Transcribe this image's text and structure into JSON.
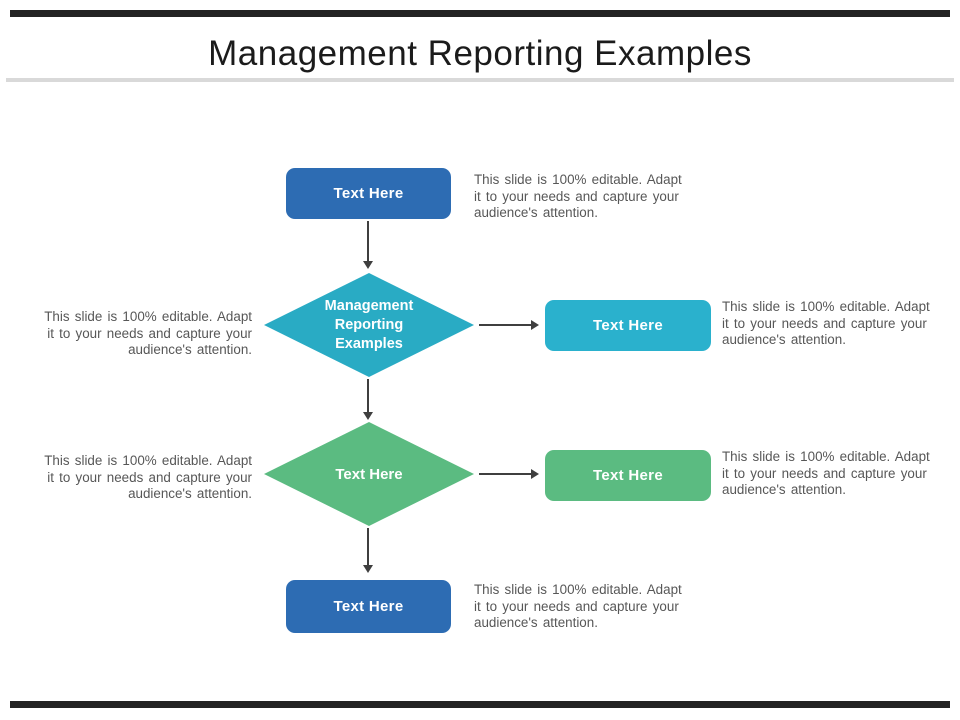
{
  "slide": {
    "title": "Management Reporting Examples"
  },
  "colors": {
    "accent_blue": "#2d6cb3",
    "accent_teal": "#2ab1cd",
    "accent_green": "#5bbb81",
    "caption_gray": "#575757",
    "arrow_gray": "#3f3f3f",
    "divider_gray": "#d9d9d9",
    "frame_bar_dark": "#232323"
  },
  "flowchart": {
    "top_box": {
      "label": "Text Here"
    },
    "center_diamond": {
      "label": "Management\nReporting\nExamples"
    },
    "teal_box": {
      "label": "Text Here"
    },
    "green_diamond": {
      "label": "Text Here"
    },
    "green_box": {
      "label": "Text Here"
    },
    "bottom_box": {
      "label": "Text Here"
    }
  },
  "captions": {
    "top_right": "This slide is 100% editable. Adapt\nit to your needs and capture your\naudience's attention.",
    "middle_left": "This slide is 100% editable. Adapt\nit to your needs and capture your\naudience's attention.",
    "middle_right": "This slide is 100% editable. Adapt\nit to your needs and capture your\naudience's attention.",
    "lower_left": "This slide is 100% editable. Adapt\nit to your needs and capture your\naudience's attention.",
    "lower_right": "This slide is 100% editable. Adapt\nit to your needs and capture your\naudience's attention.",
    "bottom_right": "This slide is 100% editable. Adapt\nit to your needs and capture your\naudience's attention."
  }
}
